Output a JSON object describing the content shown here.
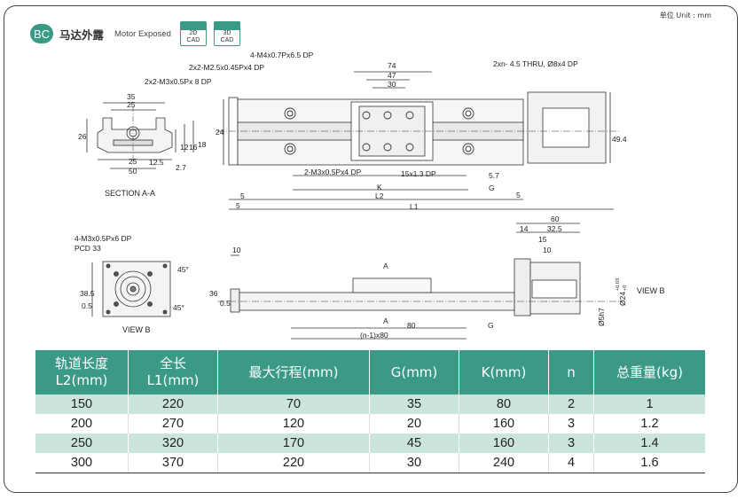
{
  "header": {
    "badge": "BC",
    "title_cn": "马达外露",
    "title_en": "Motor Exposed",
    "cad2d_label": "2D\nCAD",
    "cad3d_label": "3D\nCAD",
    "unit": "单位 Unit : mm"
  },
  "drawing": {
    "section_label": "SECTION A-A",
    "sec_dims": [
      "35",
      "25",
      "26",
      "25",
      "50",
      "12.5",
      "2.7",
      "12",
      "16",
      "18"
    ],
    "top_callouts": [
      "4-M4x0.7Px6.5 DP",
      "2x2-M2.5x0.45Px4 DP",
      "2x2-M3x0.5Px 8 DP",
      "2xn- 4.5 THRU, Ø8x4 DP"
    ],
    "top_dims": [
      "74",
      "47",
      "30",
      "24",
      "49.4"
    ],
    "top_callouts_lower": [
      "2-M3x0.5Px4 DP",
      "15x1.3 DP"
    ],
    "bottom_dims": [
      "5.7",
      "K",
      "G",
      "L2",
      "L1",
      "5",
      "5",
      "5"
    ],
    "view_b_callout": "4-M3x0.5Px6 DP\nPCD 33",
    "view_b_label": "VIEW B",
    "view_b_dims": [
      "38.5",
      "0.5",
      "45°",
      "45°"
    ],
    "side_dims": [
      "10",
      "36",
      "0.5",
      "A",
      "A",
      "80",
      "G",
      "(n-1)x80"
    ],
    "motor_dims": [
      "60",
      "14",
      "32.5",
      "15",
      "10",
      "Ø24",
      "Ø5h7",
      "+0.03",
      "+0"
    ],
    "view_b_arrow": "VIEW B"
  },
  "table": {
    "headers": [
      [
        "轨道长度",
        "L2(mm)"
      ],
      [
        "全长",
        "L1(mm)"
      ],
      [
        "最大行程(mm)"
      ],
      [
        "G(mm)"
      ],
      [
        "K(mm)"
      ],
      [
        "n"
      ],
      [
        "总重量(kg)"
      ]
    ],
    "rows": [
      [
        "150",
        "220",
        "70",
        "35",
        "80",
        "2",
        "1"
      ],
      [
        "200",
        "270",
        "120",
        "20",
        "160",
        "3",
        "1.2"
      ],
      [
        "250",
        "320",
        "170",
        "45",
        "160",
        "3",
        "1.4"
      ],
      [
        "300",
        "370",
        "220",
        "30",
        "240",
        "4",
        "1.6"
      ]
    ]
  }
}
